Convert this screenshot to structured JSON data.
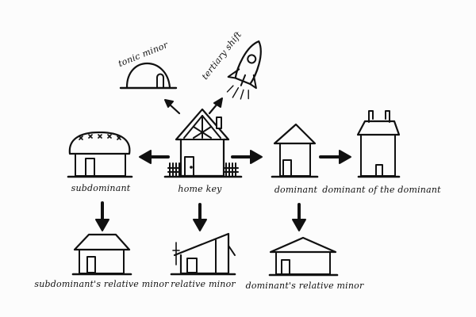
{
  "labels": {
    "home_key": "home key",
    "subdominant": "subdominant",
    "dominant": "dominant",
    "dominant_of_dominant": "dominant of the dominant",
    "tonic_minor": "tonic minor",
    "tertiary_shift": "tertiary shift",
    "subdominant_relative_minor": "subdominant's relative minor",
    "relative_minor": "relative minor",
    "dominant_relative_minor": "dominant's relative minor"
  },
  "colors": {
    "ink": "#111111",
    "paper": "#fcfcfc"
  }
}
